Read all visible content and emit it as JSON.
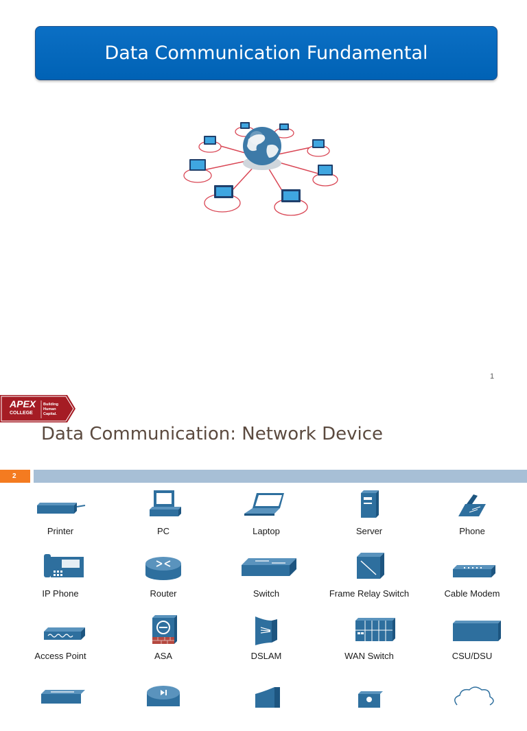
{
  "slide1": {
    "title": "Data Communication Fundamental",
    "page_number": "1"
  },
  "slide2": {
    "logo": {
      "name": "APEX",
      "sub": "COLLEGE",
      "tagline_1": "Building",
      "tagline_2": "Human",
      "tagline_3": "Capital."
    },
    "title": "Data Communication: Network Device",
    "slide_number": "2",
    "devices": [
      {
        "label": "Printer",
        "icon": "printer-icon"
      },
      {
        "label": "PC",
        "icon": "pc-icon"
      },
      {
        "label": "Laptop",
        "icon": "laptop-icon"
      },
      {
        "label": "Server",
        "icon": "server-icon"
      },
      {
        "label": "Phone",
        "icon": "phone-icon"
      },
      {
        "label": "IP Phone",
        "icon": "ip-phone-icon"
      },
      {
        "label": "Router",
        "icon": "router-icon"
      },
      {
        "label": "Switch",
        "icon": "switch-icon"
      },
      {
        "label": "Frame Relay Switch",
        "icon": "frame-relay-switch-icon"
      },
      {
        "label": "Cable Modem",
        "icon": "cable-modem-icon"
      },
      {
        "label": "Access Point",
        "icon": "access-point-icon"
      },
      {
        "label": "ASA",
        "icon": "asa-icon"
      },
      {
        "label": "DSLAM",
        "icon": "dslam-icon"
      },
      {
        "label": "WAN Switch",
        "icon": "wan-switch-icon"
      },
      {
        "label": "CSU/DSU",
        "icon": "csu-dsu-icon"
      }
    ]
  },
  "colors": {
    "banner": "#0066b8",
    "device_blue": "#2e6f9e",
    "slide_bar": "#a7bfd6",
    "accent_orange": "#f47b20",
    "logo_red": "#a51c24"
  }
}
